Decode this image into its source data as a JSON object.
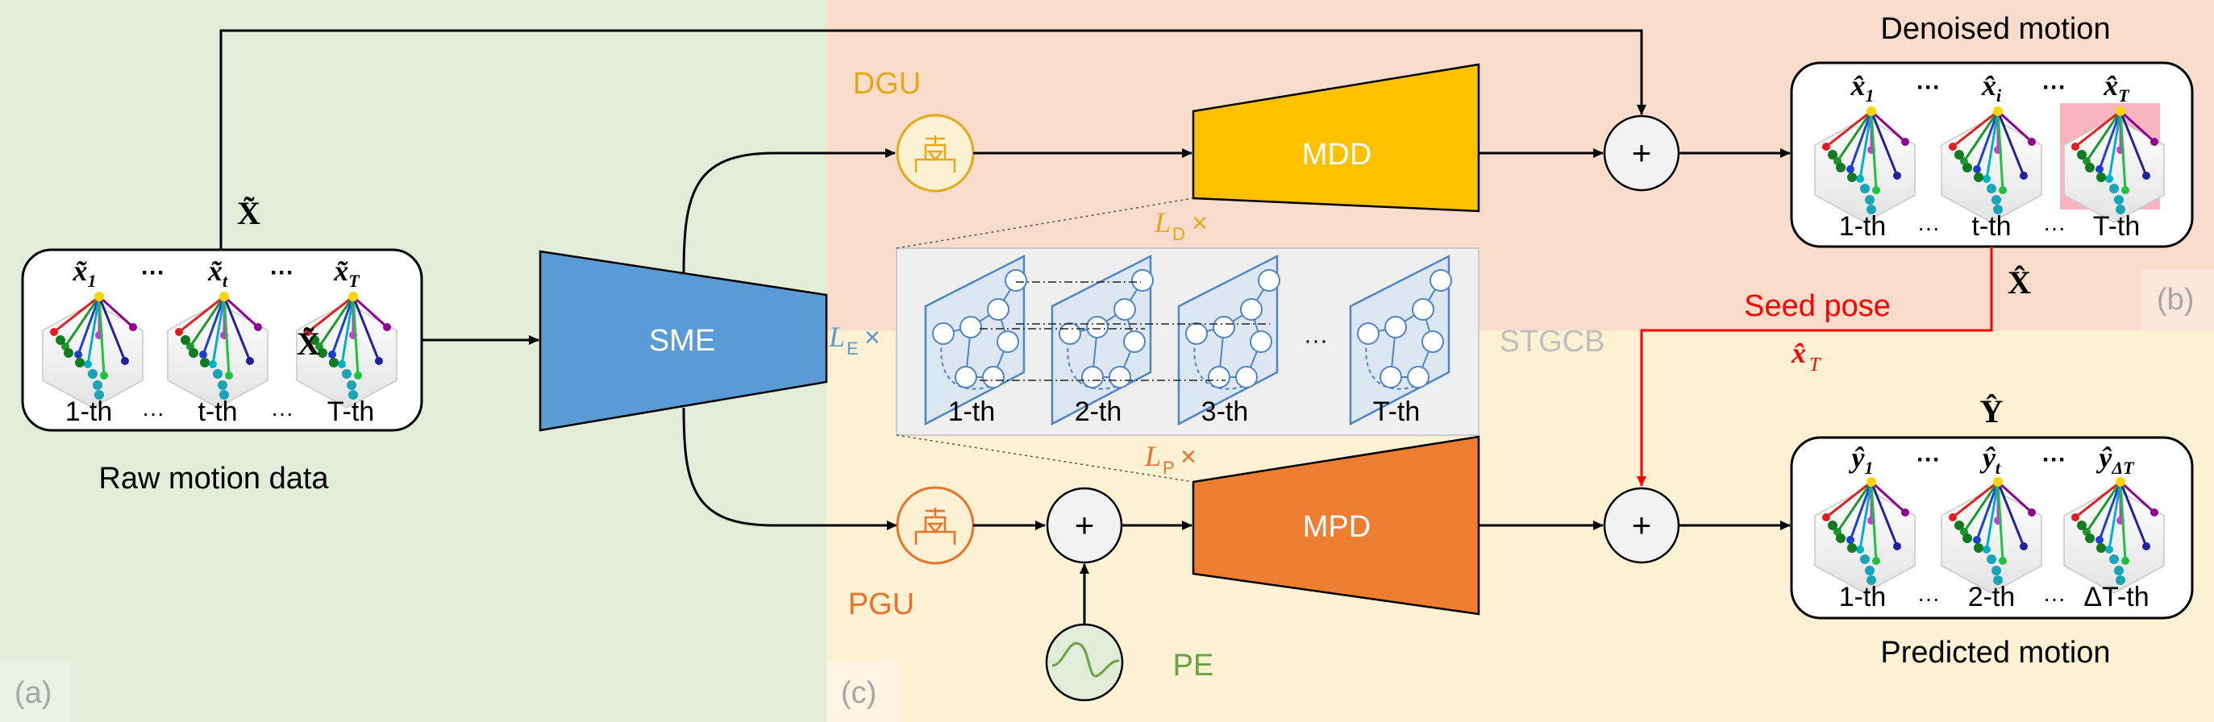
{
  "colors": {
    "region_a": "#e2edd9",
    "region_b": "#f9dccb",
    "region_c": "#fdf1d3",
    "sme": "#5b9bd5",
    "mdd": "#ffc000",
    "mpd": "#ed7d31",
    "dgu": "#e6a817",
    "pgu": "#e8712b",
    "pe": "#6aa341",
    "seed": "#ff0000",
    "stgcb_bg": "#efefef",
    "graph": "#4f86c6",
    "region_tag": "#a6a6a6",
    "highlight": "#f7a8b4"
  },
  "regions": {
    "a": "(a)",
    "b": "(b)",
    "c": "(c)"
  },
  "modules": {
    "sme": "SME",
    "mdd": "MDD",
    "mpd": "MPD",
    "dgu": "DGU",
    "pgu": "PGU",
    "pe": "PE",
    "stgcb": "STGCB",
    "plus": "+"
  },
  "labels": {
    "raw_motion": "Raw motion data",
    "denoised_motion": "Denoised motion",
    "predicted_motion": "Predicted motion",
    "seed_pose": "Seed pose",
    "x_tilde": "X̃",
    "x_hat": "X̂",
    "y_hat": "Ŷ",
    "x_hat_T": "x̂",
    "x_hat_T_sub": "T",
    "le": "L",
    "le_sub": "E",
    "ld": "L",
    "ld_sub": "D",
    "lp": "L",
    "lp_sub": "P",
    "times": "×"
  },
  "raw_frames": {
    "top": [
      {
        "sym": "x̃",
        "sub": "1"
      },
      {
        "sym": "···",
        "sub": ""
      },
      {
        "sym": "x̃",
        "sub": "t"
      },
      {
        "sym": "···",
        "sub": ""
      },
      {
        "sym": "x̃",
        "sub": "T"
      }
    ],
    "bottom": [
      "1-th",
      "···",
      "t-th",
      "···",
      "T-th"
    ],
    "overlay": "X̃"
  },
  "denoised_frames": {
    "top": [
      {
        "sym": "x̂",
        "sub": "1"
      },
      {
        "sym": "···",
        "sub": ""
      },
      {
        "sym": "x̂",
        "sub": "i"
      },
      {
        "sym": "···",
        "sub": ""
      },
      {
        "sym": "x̂",
        "sub": "T"
      }
    ],
    "bottom": [
      "1-th",
      "···",
      "t-th",
      "···",
      "T-th"
    ]
  },
  "predicted_frames": {
    "top": [
      {
        "sym": "ŷ",
        "sub": "1"
      },
      {
        "sym": "···",
        "sub": ""
      },
      {
        "sym": "ŷ",
        "sub": "t"
      },
      {
        "sym": "···",
        "sub": ""
      },
      {
        "sym": "ŷ",
        "sub": "ΔT"
      }
    ],
    "bottom": [
      "1-th",
      "···",
      "2-th",
      "···",
      "ΔT-th"
    ]
  },
  "stgcb_frames": [
    "1-th",
    "2-th",
    "3-th",
    "···",
    "T-th"
  ]
}
